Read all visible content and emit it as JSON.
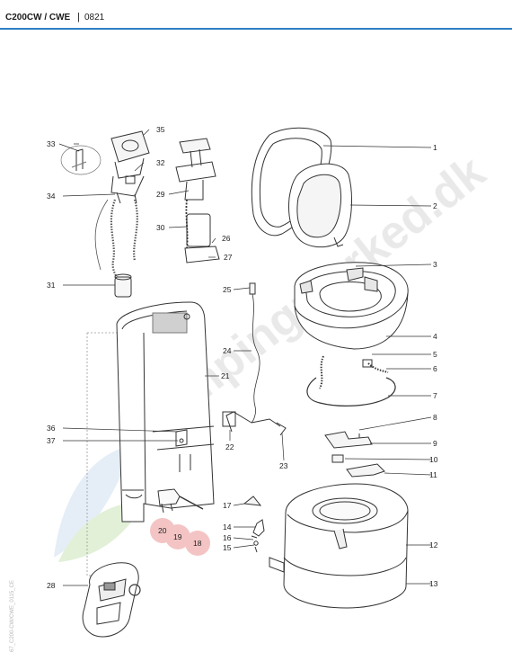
{
  "header": {
    "model": "C200CW / CWE",
    "separator": "|",
    "code": "0821"
  },
  "side_code": "67_C200-CW/CWE_0115_CE",
  "watermark": "campingmarked.dk",
  "parts": [
    "1",
    "2",
    "3",
    "4",
    "5",
    "6",
    "7",
    "8",
    "9",
    "10",
    "11",
    "12",
    "13",
    "14",
    "15",
    "16",
    "17",
    "18",
    "19",
    "20",
    "21",
    "22",
    "23",
    "24",
    "25",
    "26",
    "27",
    "28",
    "29",
    "30",
    "31",
    "32",
    "33",
    "34",
    "35",
    "36",
    "37"
  ],
  "highlighted_parts": [
    "18",
    "19",
    "20"
  ],
  "colors": {
    "header_rule": "#2f7fc4",
    "highlight": "#f4c4c4",
    "line": "#333333",
    "watermark_green": "#a8cf8a",
    "watermark_grey": "#c8c8c8"
  }
}
